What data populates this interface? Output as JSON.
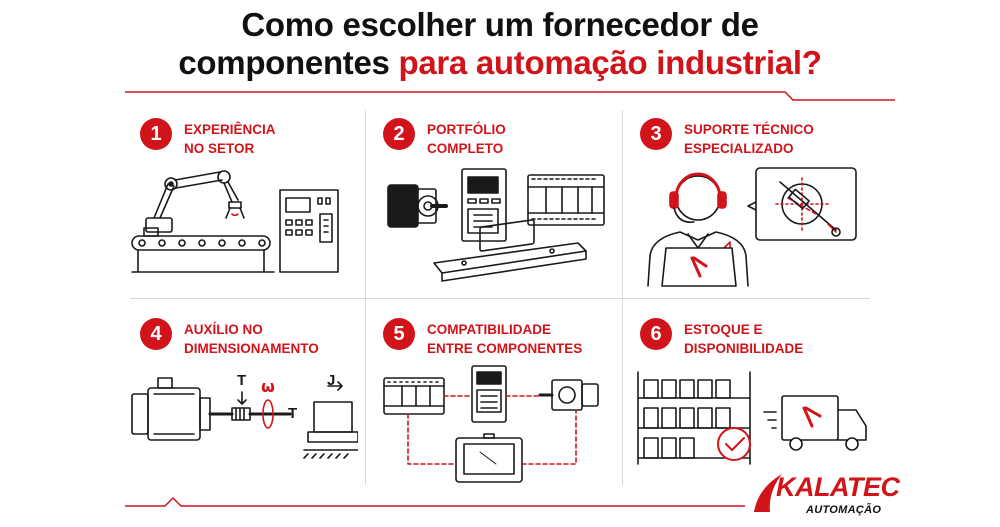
{
  "title": {
    "line1": "Como escolher um fornecedor de",
    "line2_plain": "componentes ",
    "line2_accent": "para automação industrial?"
  },
  "colors": {
    "accent": "#d0141a",
    "ink": "#1a1a1a",
    "grid": "#d9d9d9"
  },
  "steps": [
    {
      "number": "1",
      "line1": "EXPERIÊNCIA",
      "line2": "NO SETOR"
    },
    {
      "number": "2",
      "line1": "PORTFÓLIO",
      "line2": "COMPLETO"
    },
    {
      "number": "3",
      "line1": "SUPORTE TÉCNICO",
      "line2": "ESPECIALIZADO"
    },
    {
      "number": "4",
      "line1": "AUXÍLIO NO",
      "line2": "DIMENSIONAMENTO"
    },
    {
      "number": "5",
      "line1": "COMPATIBILIDADE",
      "line2": "ENTRE COMPONENTES"
    },
    {
      "number": "6",
      "line1": "ESTOQUE E",
      "line2": "DISPONIBILIDADE"
    }
  ],
  "sizing_labels": {
    "torque_a": "T",
    "omega": "ω",
    "torque_b": "T",
    "inertia": "J"
  },
  "logo": {
    "brand": "KALATEC",
    "sub": "AUTOMAÇÃO"
  },
  "icons": [
    "robot-arm-icon",
    "servo-motor-icon",
    "headset-operator-icon",
    "motor-shaft-icon",
    "plc-network-icon",
    "warehouse-shelf-icon",
    "delivery-truck-icon",
    "check-circle-icon"
  ]
}
